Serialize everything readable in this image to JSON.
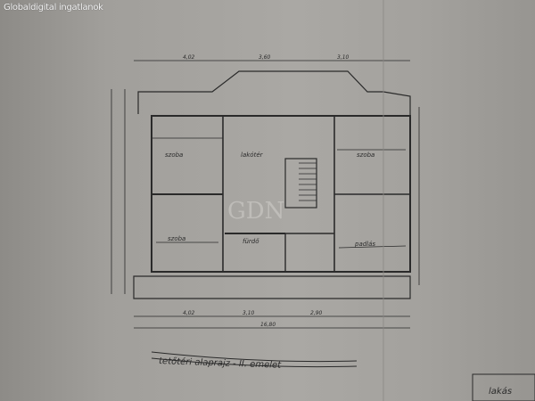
{
  "watermark": "Globaldigital ingatlanok",
  "logo_text": "GDN",
  "plan": {
    "caption": "tetőtéri alaprajz - II. emelet",
    "rooms": [
      "szoba",
      "lakótér",
      "szoba",
      "szoba",
      "padlás",
      "fürdő"
    ],
    "top_dimensions": [
      "4,02",
      "3,60",
      "3,10"
    ],
    "bottom_dimensions": [
      "4,02",
      "3,10",
      "2,90",
      "16,80"
    ],
    "title_block": "lakás"
  }
}
